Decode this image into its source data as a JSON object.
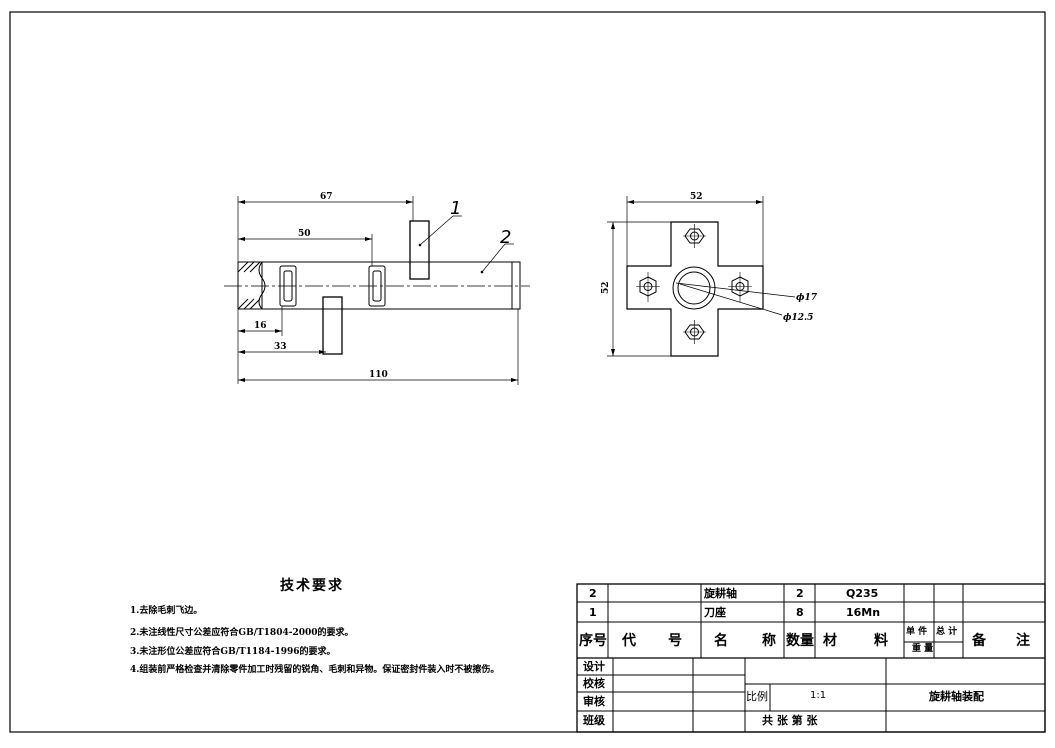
{
  "drawing": {
    "front_view": {
      "dim_67": "67",
      "dim_50": "50",
      "dim_16": "16",
      "dim_33": "33",
      "dim_110": "110",
      "leader_1": "1",
      "leader_2": "2"
    },
    "side_view": {
      "dim_52_top": "52",
      "dim_52_side": "52",
      "dia_17": "ϕ17",
      "dia_12_5": "ϕ12.5"
    }
  },
  "requirements": {
    "title": "技术要求",
    "items": [
      "1.去除毛刺飞边。",
      "2.未注线性尺寸公差应符合GB/T1804-2000的要求。",
      "3.未注形位公差应符合GB/T1184-1996的要求。",
      "4.组装前严格检查并清除零件加工时残留的锐角、毛刺和异物。保证密封件装入时不被擦伤。"
    ]
  },
  "parts": [
    {
      "no": "2",
      "code": "",
      "name": "旋耕轴",
      "qty": "2",
      "material": "Q235"
    },
    {
      "no": "1",
      "code": "",
      "name": "刀座",
      "qty": "8",
      "material": "16Mn"
    }
  ],
  "header": {
    "no": "序号",
    "code_a": "代",
    "code_b": "号",
    "name_a": "名",
    "name_b": "称",
    "qty": "数量",
    "mat_a": "材",
    "mat_b": "料",
    "unit_w": "单 件",
    "total_w": "总 计",
    "weight": "重    量",
    "remark_a": "备",
    "remark_b": "注"
  },
  "title_block": {
    "design": "设计",
    "check": "校核",
    "review": "审核",
    "class": "班级",
    "scale_label": "比例",
    "scale_value": "1:1",
    "sheet_text": "共    张  第    张",
    "drawing_name": "旋耕轴装配"
  }
}
